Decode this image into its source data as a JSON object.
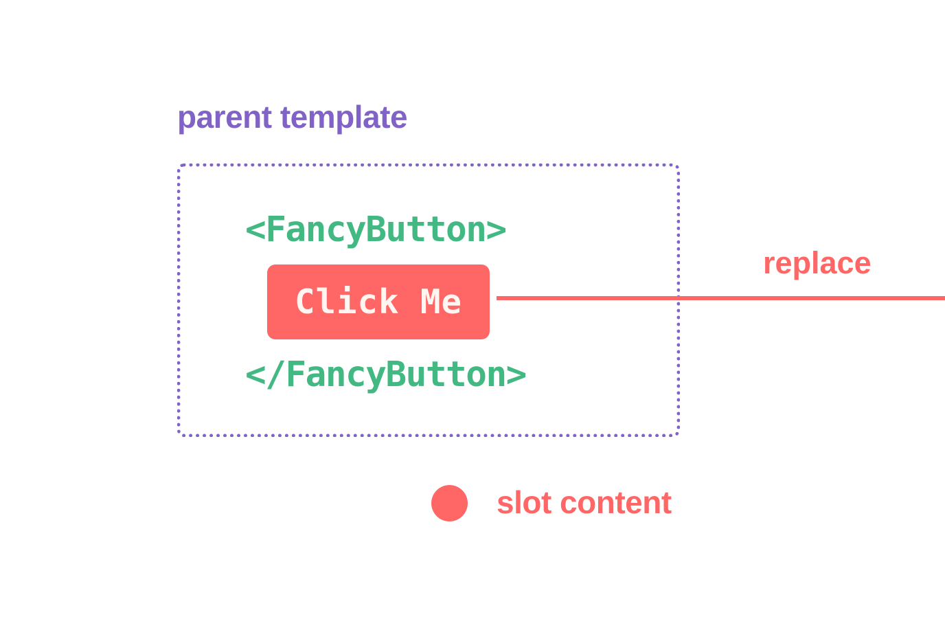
{
  "parent_template": {
    "title": "parent template",
    "open_tag": "<FancyButton>",
    "close_tag": "</FancyButton>"
  },
  "slot_button": {
    "label": "Click Me"
  },
  "connector": {
    "label": "replace"
  },
  "legend": {
    "label": "slot content"
  },
  "colors": {
    "parent": "#8162c6",
    "component_tag": "#42b883",
    "slot_content": "#ff6666",
    "button_text": "#fff6f2"
  }
}
